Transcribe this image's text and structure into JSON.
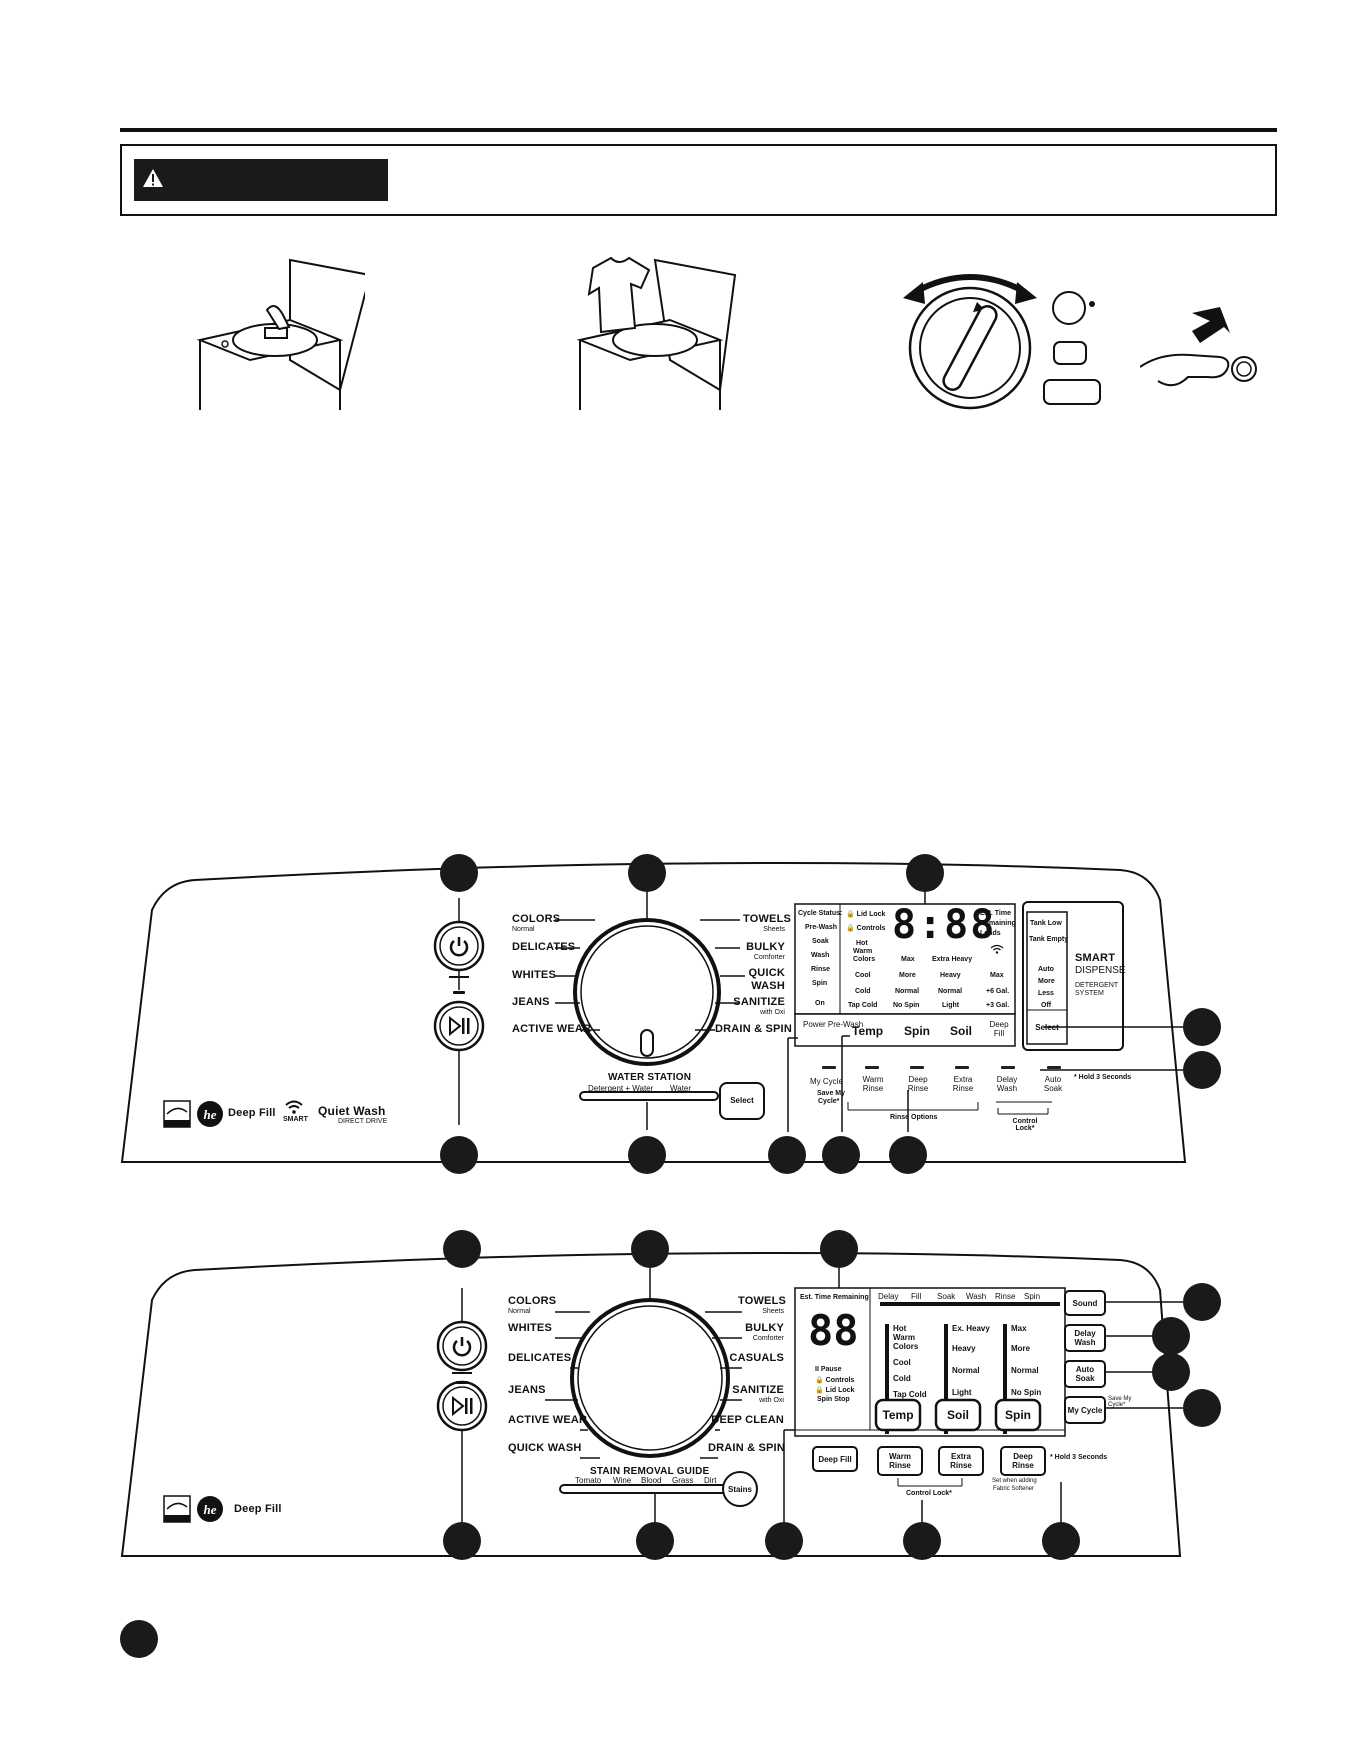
{
  "panel1": {
    "cycles_left": [
      {
        "label": "COLORS",
        "sub": "Normal"
      },
      {
        "label": "DELICATES",
        "sub": ""
      },
      {
        "label": "WHITES",
        "sub": ""
      },
      {
        "label": "JEANS",
        "sub": ""
      },
      {
        "label": "ACTIVE WEAR",
        "sub": ""
      }
    ],
    "cycles_right": [
      {
        "label": "TOWELS",
        "sub": "Sheets"
      },
      {
        "label": "BULKY",
        "sub": "Comforter"
      },
      {
        "label": "QUICK",
        "sub": "WASH"
      },
      {
        "label": "SANITIZE",
        "sub": "with Oxi"
      },
      {
        "label": "DRAIN & SPIN",
        "sub": ""
      }
    ],
    "water_station": {
      "title": "WATER STATION",
      "left": "Detergent + Water",
      "right": "Water",
      "select": "Select"
    },
    "status_col": [
      "Cycle Status:",
      "Pre-Wash",
      "Soak",
      "Wash",
      "Rinse",
      "Spin",
      "On"
    ],
    "lock_col": [
      "Lid Lock",
      "Controls"
    ],
    "temp_col": [
      "Hot",
      "Warm",
      "Colors",
      "Cool",
      "Cold",
      "Tap Cold"
    ],
    "spin_col": [
      "Max",
      "More",
      "Normal",
      "No Spin"
    ],
    "soil_col": [
      "Extra Heavy",
      "Heavy",
      "Normal",
      "Light"
    ],
    "fill_col": [
      "Max",
      "+6 Gal.",
      "+3 Gal."
    ],
    "display": {
      "digits": "8:88",
      "est": "Est. Time",
      "remaining": "Remaining",
      "loads": "Loads"
    },
    "buttons": {
      "power_prewash": "Power Pre-Wash",
      "temp": "Temp",
      "spin": "Spin",
      "soil": "Soil",
      "deep_fill": "Deep Fill"
    },
    "bottom": {
      "my_cycle": "My Cycle",
      "save_my": "Save My",
      "cycle_note": "Cycle*",
      "warm_rinse": "Warm Rinse",
      "deep_rinse": "Deep Rinse",
      "extra_rinse": "Extra Rinse",
      "delay_wash": "Delay Wash",
      "auto_soak": "Auto Soak",
      "rinse_options": "Rinse Options",
      "control_lock": "Control Lock*",
      "hold": "* Hold 3 Seconds"
    },
    "smart_dispense": {
      "tank_low": "Tank Low",
      "tank_empty": "Tank Empty",
      "auto": "Auto",
      "more": "More",
      "less": "Less",
      "off": "Off",
      "select": "Select",
      "smart": "SMART",
      "dispense": "DISPENSE",
      "detergent": "DETERGENT",
      "system": "SYSTEM"
    },
    "logos": {
      "deep_fill": "Deep Fill",
      "smart": "SMART",
      "quiet_wash": "Quiet Wash",
      "direct_drive": "DIRECT DRIVE"
    }
  },
  "panel2": {
    "cycles_left": [
      {
        "label": "COLORS",
        "sub": "Normal"
      },
      {
        "label": "WHITES",
        "sub": ""
      },
      {
        "label": "DELICATES",
        "sub": ""
      },
      {
        "label": "JEANS",
        "sub": ""
      },
      {
        "label": "ACTIVE WEAR",
        "sub": ""
      },
      {
        "label": "QUICK WASH",
        "sub": ""
      }
    ],
    "cycles_right": [
      {
        "label": "TOWELS",
        "sub": "Sheets"
      },
      {
        "label": "BULKY",
        "sub": "Comforter"
      },
      {
        "label": "CASUALS",
        "sub": ""
      },
      {
        "label": "SANITIZE",
        "sub": "with Oxi"
      },
      {
        "label": "DEEP CLEAN",
        "sub": ""
      },
      {
        "label": "DRAIN & SPIN",
        "sub": ""
      }
    ],
    "stain": {
      "title": "STAIN REMOVAL GUIDE",
      "items": [
        "Tomato",
        "Wine",
        "Blood",
        "Grass",
        "Dirt"
      ],
      "button": "Stains"
    },
    "display": {
      "est": "Est. Time Remaining",
      "digits": "88",
      "pause": "Pause",
      "controls": "Controls",
      "lid_lock": "Lid Lock",
      "spin_stop": "Spin Stop"
    },
    "status": [
      "Delay",
      "Fill",
      "Soak",
      "Wash",
      "Rinse",
      "Spin"
    ],
    "temp_col": [
      "Hot",
      "Warm",
      "Colors",
      "Cool",
      "Cold",
      "Tap Cold"
    ],
    "soil_col": [
      "Ex. Heavy",
      "Heavy",
      "Normal",
      "Light"
    ],
    "spin_col": [
      "Max",
      "More",
      "Normal",
      "No Spin"
    ],
    "buttons": {
      "temp": "Temp",
      "soil": "Soil",
      "spin": "Spin",
      "sound": "Sound",
      "delay_wash": "Delay Wash",
      "auto_soak": "Auto Soak",
      "my_cycle": "My Cycle",
      "save_my_cycle": "Save My Cycle*",
      "deep_fill": "Deep Fill",
      "warm_rinse": "Warm Rinse",
      "extra_rinse": "Extra Rinse",
      "deep_rinse": "Deep Rinse",
      "control_lock": "Control Lock*",
      "hold": "* Hold 3 Seconds",
      "set_when": "Set when adding",
      "fabric_softener": "Fabric Softener"
    },
    "logos": {
      "deep_fill": "Deep Fill"
    }
  }
}
